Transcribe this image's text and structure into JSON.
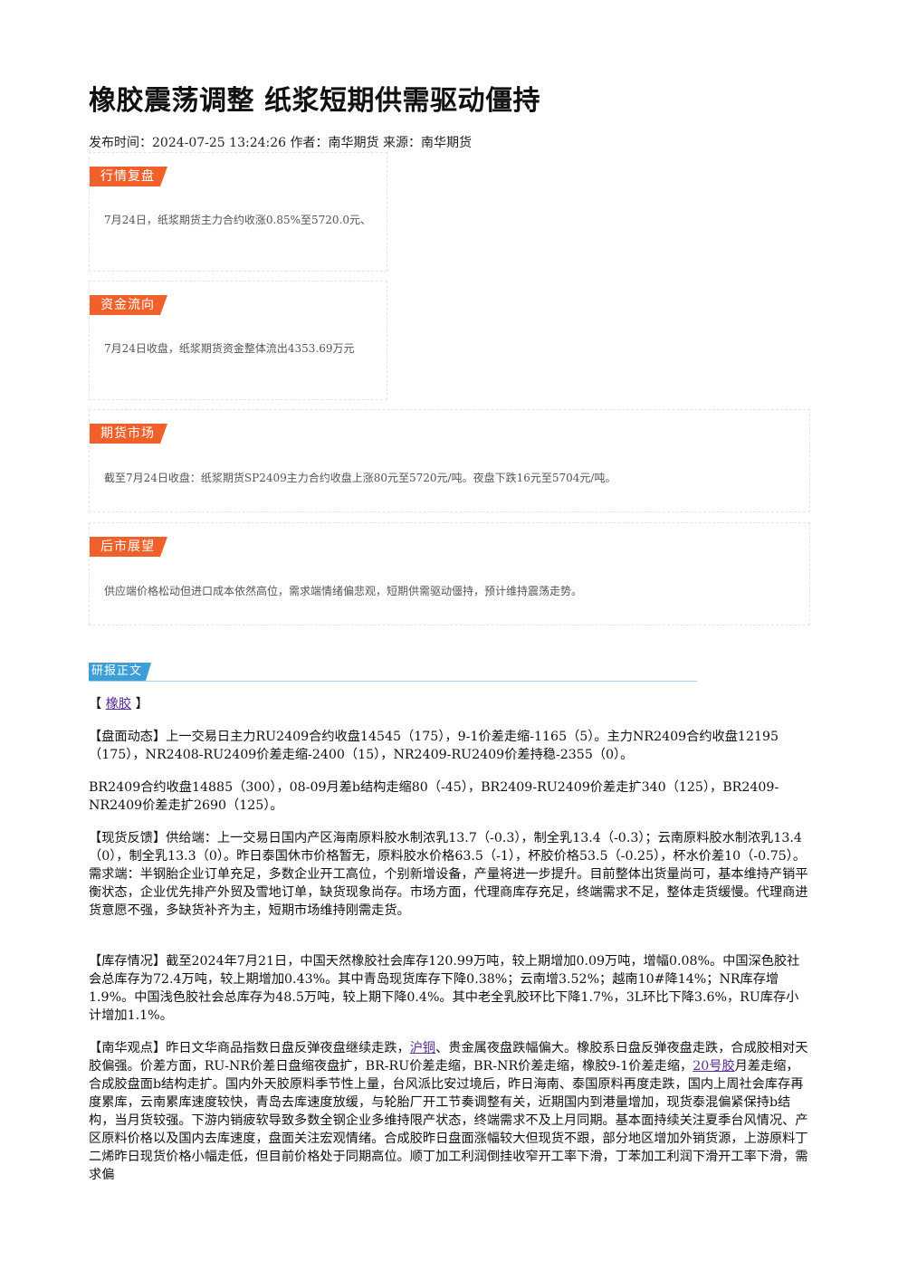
{
  "article": {
    "title": "橡胶震荡调整 纸浆短期供需驱动僵持",
    "meta": "发布时间：2024-07-25 13:24:26 作者：南华期货 来源：南华期货"
  },
  "sections": [
    {
      "tag": "行情复盘",
      "text": "7月24日，纸浆期货主力合约收涨0.85%至5720.0元、"
    },
    {
      "tag": "资金流向",
      "text": "7月24日收盘，纸浆期货资金整体流出4353.69万元"
    },
    {
      "tag": "期货市场",
      "text": "截至7月24日收盘：纸浆期货SP2409主力合约收盘上涨80元至5720元/吨。夜盘下跌16元至5704元/吨。"
    },
    {
      "tag": "后市展望",
      "text": "供应端价格松动但进口成本依然高位，需求端情绪偏悲观，短期供需驱动僵持，预计维持震荡走势。"
    }
  ],
  "report": {
    "tag": "研报正文",
    "heading_open": "【",
    "heading_link": "橡胶",
    "heading_close": "】",
    "p1": "【盘面动态】上一交易日主力RU2409合约收盘14545（175），9-1价差走缩-1165（5）。主力NR2409合约收盘12195（175），NR2408-RU2409价差走缩-2400（15），NR2409-RU2409价差持稳-2355（0）。",
    "p2": "BR2409合约收盘14885（300），08-09月差b结构走缩80（-45），BR2409-RU2409价差走扩340（125），BR2409-NR2409价差走扩2690（125）。",
    "p3": "【现货反馈】供给端：上一交易日国内产区海南原料胶水制浓乳13.7（-0.3），制全乳13.4（-0.3）；云南原料胶水制浓乳13.4（0），制全乳13.3（0）。昨日泰国休市价格暂无，原料胶水价格63.5（-1），杯胶价格53.5（-0.25），杯水价差10（-0.75）。需求端：半钢胎企业订单充足，多数企业开工高位，个别新增设备，产量将进一步提升。目前整体出货量尚可，基本维持产销平衡状态，企业优先排产外贸及雪地订单，缺货现象尚存。市场方面，代理商库存充足，终端需求不足，整体走货缓慢。代理商进货意愿不强，多缺货补齐为主，短期市场维持刚需走货。",
    "p4": "【库存情况】截至2024年7月21日，中国天然橡胶社会库存120.99万吨，较上期增加0.09万吨，增幅0.08%。中国深色胶社会总库存为72.4万吨，较上期增加0.43%。其中青岛现货库存下降0.38%；云南增3.52%；越南10#降14%；NR库存增1.9%。中国浅色胶社会总库存为48.5万吨，较上期下降0.4%。其中老全乳胶环比下降1.7%，3L环比下降3.6%，RU库存小计增加1.1%。",
    "p5_a": "【南华观点】昨日文华商品指数日盘反弹夜盘继续走跌，",
    "p5_link1": "沪铜",
    "p5_b": "、贵金属夜盘跌幅偏大。橡胶系日盘反弹夜盘走跌，合成胶相对天胶偏强。价差方面，RU-NR价差日盘缩夜盘扩，BR-RU价差走缩，BR-NR价差走缩，橡胶9-1价差走缩，",
    "p5_link2": "20号胶",
    "p5_c": "月差走缩，合成胶盘面b结构走扩。国内外天胶原料季节性上量，台风派比安过境后，昨日海南、泰国原料再度走跌，国内上周社会库存再度累库，云南累库速度较快，青岛去库速度放缓，与轮胎厂开工节奏调整有关，近期国内到港量增加，现货泰混偏紧保持b结构，当月货较强。下游内销疲软导致多数全钢企业多维持限产状态，终端需求不及上月同期。基本面持续关注夏季台风情况、产区原料价格以及国内去库速度，盘面关注宏观情绪。合成胶昨日盘面涨幅较大但现货不跟，部分地区增加外销货源，上游原料丁二烯昨日现货价格小幅走低，但目前价格处于同期高位。顺丁加工利润倒挂收窄开工率下滑，丁苯加工利润下滑开工率下滑，需求偏"
  },
  "colors": {
    "tag_orange": "#f0602a",
    "tag_blue": "#3e9fd8",
    "link": "#5a2a96"
  }
}
